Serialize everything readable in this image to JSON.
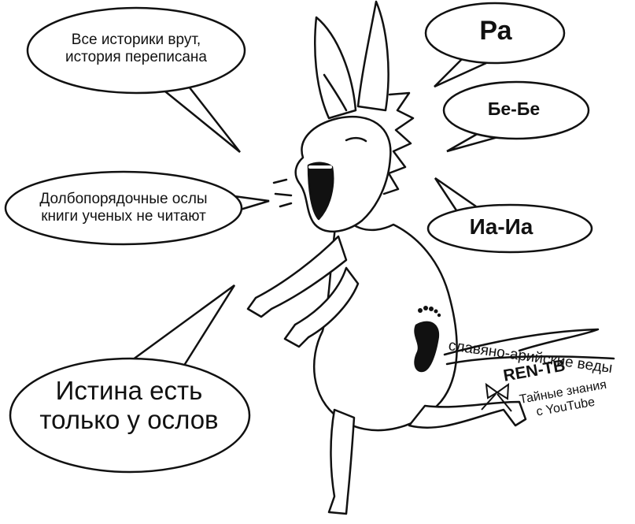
{
  "speech_bubbles": {
    "historians": {
      "line1": "Все историки врут,",
      "line2": "история переписана"
    },
    "donkeys_books": {
      "line1": "Долбопорядочные ослы",
      "line2": "книги ученых не читают"
    },
    "truth": {
      "line1": "Истина есть",
      "line2": "только у ослов"
    },
    "ra": "Ра",
    "be_be": "Бе-Бе",
    "ia_ia": "Иа-Иа"
  },
  "tail_labels": {
    "vedas": "славяно-арийские веды",
    "ren_tv": "REN-TB",
    "secret_line1": "Тайные знания",
    "secret_line2": "с YouTube"
  },
  "illustration": {
    "subject": "braying donkey cartoon",
    "icons": [
      "donkey-figure-icon",
      "footprint-icon",
      "tail-bow-icon"
    ],
    "colors": {
      "ink": "#111111",
      "paper": "#ffffff"
    }
  }
}
